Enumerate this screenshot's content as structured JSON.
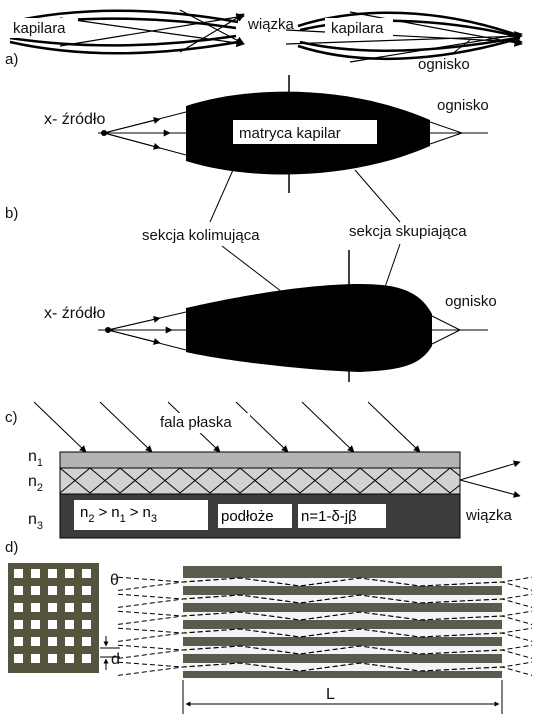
{
  "panel_a": {
    "label": "a)",
    "capillary_left": "kapilara",
    "beam": "wiązka",
    "capillary_right": "kapilara",
    "focus": "ognisko"
  },
  "panel_b": {
    "label": "b)",
    "source_top": "x- źródło",
    "focus_top": "ognisko",
    "matrix": "matryca kapilar",
    "collimating_section": "sekcja kolimująca",
    "focusing_section": "sekcja skupiająca",
    "source_bottom": "x- źródło",
    "focus_bottom": "ognisko"
  },
  "panel_c": {
    "label": "c)",
    "plane_wave": "fala płaska",
    "n1": "n",
    "n1_sub": "1",
    "n2": "n",
    "n2_sub": "2",
    "n3": "n",
    "n3_sub": "3",
    "inequality": {
      "n2": "n",
      "n2_sub": "2",
      "gt1": ">",
      "n1": "n",
      "n1_sub": "1",
      "gt2": ">",
      "n3": "n",
      "n3_sub": "3"
    },
    "substrate": "podłoże",
    "refractive_index": "n=1-δ-jβ",
    "beam": "wiązka"
  },
  "panel_d": {
    "label": "d)",
    "theta": "θ",
    "d": "d",
    "L": "L"
  },
  "colors": {
    "ink": "#000000",
    "layer_n1": "#b4b4b4",
    "layer_n2": "#d2d2d2",
    "substrate": "#3c3c3c",
    "tube": "#5a5a4e"
  }
}
